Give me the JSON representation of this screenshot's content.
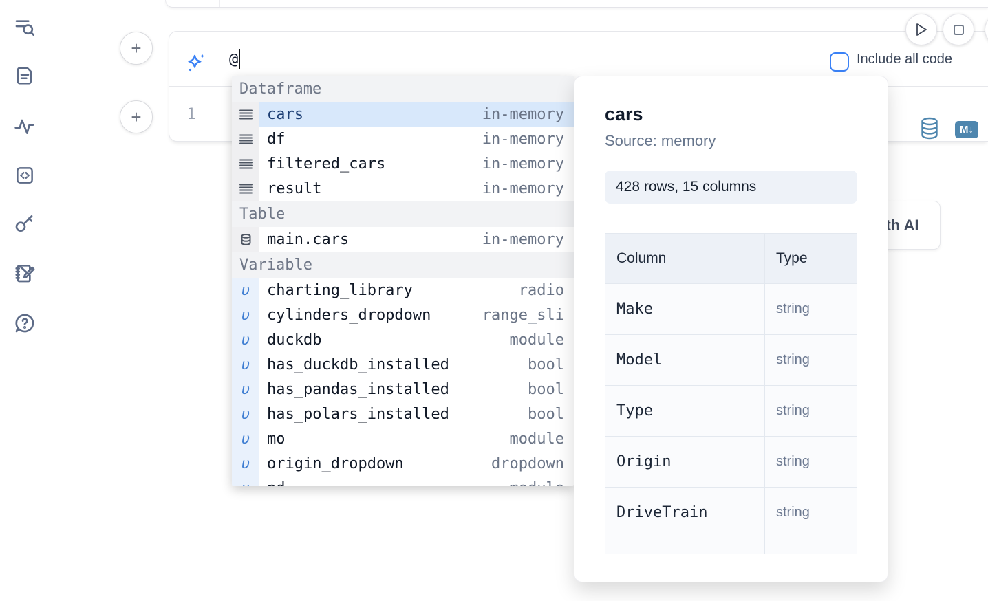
{
  "colors": {
    "accent_blue": "#3b82f6",
    "steel_blue": "#4e86ae",
    "selection_bg": "#d8e8fb",
    "sidebar_icon": "#5d6b87"
  },
  "glyphs": {
    "plus": "+",
    "variable": "υ",
    "question": "?"
  },
  "sidebar": {
    "items": [
      {
        "icon": "list-search-icon"
      },
      {
        "icon": "document-icon"
      },
      {
        "icon": "activity-icon"
      },
      {
        "icon": "code-block-icon"
      },
      {
        "icon": "key-icon"
      },
      {
        "icon": "notebook-edit-icon"
      },
      {
        "icon": "help-icon"
      }
    ]
  },
  "toolbar": {
    "include_all_code_label": "Include all code",
    "checkbox_checked": false
  },
  "prompt_cell": {
    "value": "@",
    "icon": "ai-sparkle-icon"
  },
  "code_cell": {
    "line_number": "1",
    "database_icon": "database-icon",
    "markdown_badge": "M↓"
  },
  "autocomplete": {
    "sections": [
      {
        "label": "Dataframe",
        "items": [
          {
            "name": "cars",
            "kind": "in-memory",
            "icon": "dataframe-icon",
            "selected": true
          },
          {
            "name": "df",
            "kind": "in-memory",
            "icon": "dataframe-icon",
            "selected": false
          },
          {
            "name": "filtered_cars",
            "kind": "in-memory",
            "icon": "dataframe-icon",
            "selected": false
          },
          {
            "name": "result",
            "kind": "in-memory",
            "icon": "dataframe-icon",
            "selected": false
          }
        ]
      },
      {
        "label": "Table",
        "items": [
          {
            "name": "main.cars",
            "kind": "in-memory",
            "icon": "table-icon",
            "selected": false
          }
        ]
      },
      {
        "label": "Variable",
        "items": [
          {
            "name": "charting_library",
            "kind": "radio",
            "icon": "variable-icon",
            "selected": false
          },
          {
            "name": "cylinders_dropdown",
            "kind": "range_sli",
            "icon": "variable-icon",
            "selected": false
          },
          {
            "name": "duckdb",
            "kind": "module",
            "icon": "variable-icon",
            "selected": false
          },
          {
            "name": "has_duckdb_installed",
            "kind": "bool",
            "icon": "variable-icon",
            "selected": false
          },
          {
            "name": "has_pandas_installed",
            "kind": "bool",
            "icon": "variable-icon",
            "selected": false
          },
          {
            "name": "has_polars_installed",
            "kind": "bool",
            "icon": "variable-icon",
            "selected": false
          },
          {
            "name": "mo",
            "kind": "module",
            "icon": "variable-icon",
            "selected": false
          },
          {
            "name": "origin_dropdown",
            "kind": "dropdown",
            "icon": "variable-icon",
            "selected": false
          },
          {
            "name": "pd",
            "kind": "module",
            "icon": "variable-icon",
            "selected": false,
            "clipped": true
          }
        ]
      }
    ]
  },
  "preview_panel": {
    "title": "cars",
    "source_label": "Source: memory",
    "shape_label": "428 rows, 15 columns",
    "table": {
      "headers": [
        "Column",
        "Type"
      ],
      "rows": [
        [
          "Make",
          "string"
        ],
        [
          "Model",
          "string"
        ],
        [
          "Type",
          "string"
        ],
        [
          "Origin",
          "string"
        ],
        [
          "DriveTrain",
          "string"
        ]
      ]
    }
  },
  "ai_button": {
    "label": "th AI"
  }
}
